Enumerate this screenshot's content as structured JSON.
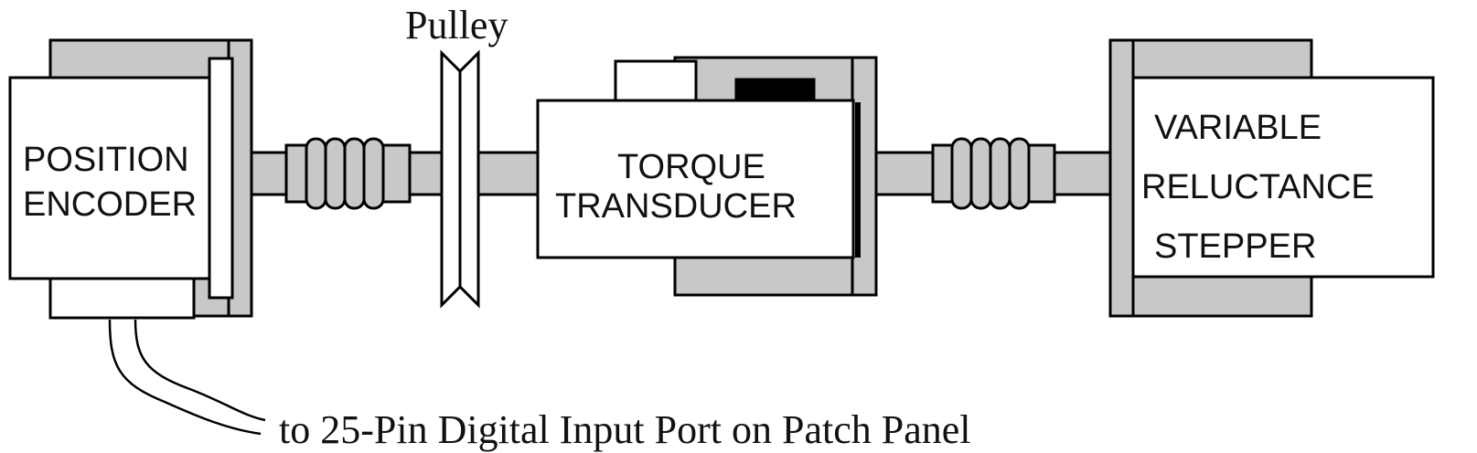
{
  "colors": {
    "stroke": "#000000",
    "housing_fill": "#c8c8c8",
    "box_fill": "#ffffff",
    "sensor_pad": "#000000"
  },
  "encoder": {
    "line1": "POSITION",
    "line2": "ENCODER"
  },
  "pulley": {
    "label": "Pulley"
  },
  "transducer": {
    "line1": "TORQUE",
    "line2": "TRANSDUCER"
  },
  "stepper": {
    "line1": "VARIABLE",
    "line2": "RELUCTANCE",
    "line3": "STEPPER"
  },
  "cable": {
    "label": "to 25-Pin Digital Input Port on Patch Panel"
  },
  "icons": [
    "flexible-coupling-icon",
    "pulley-icon",
    "cable-icon"
  ]
}
